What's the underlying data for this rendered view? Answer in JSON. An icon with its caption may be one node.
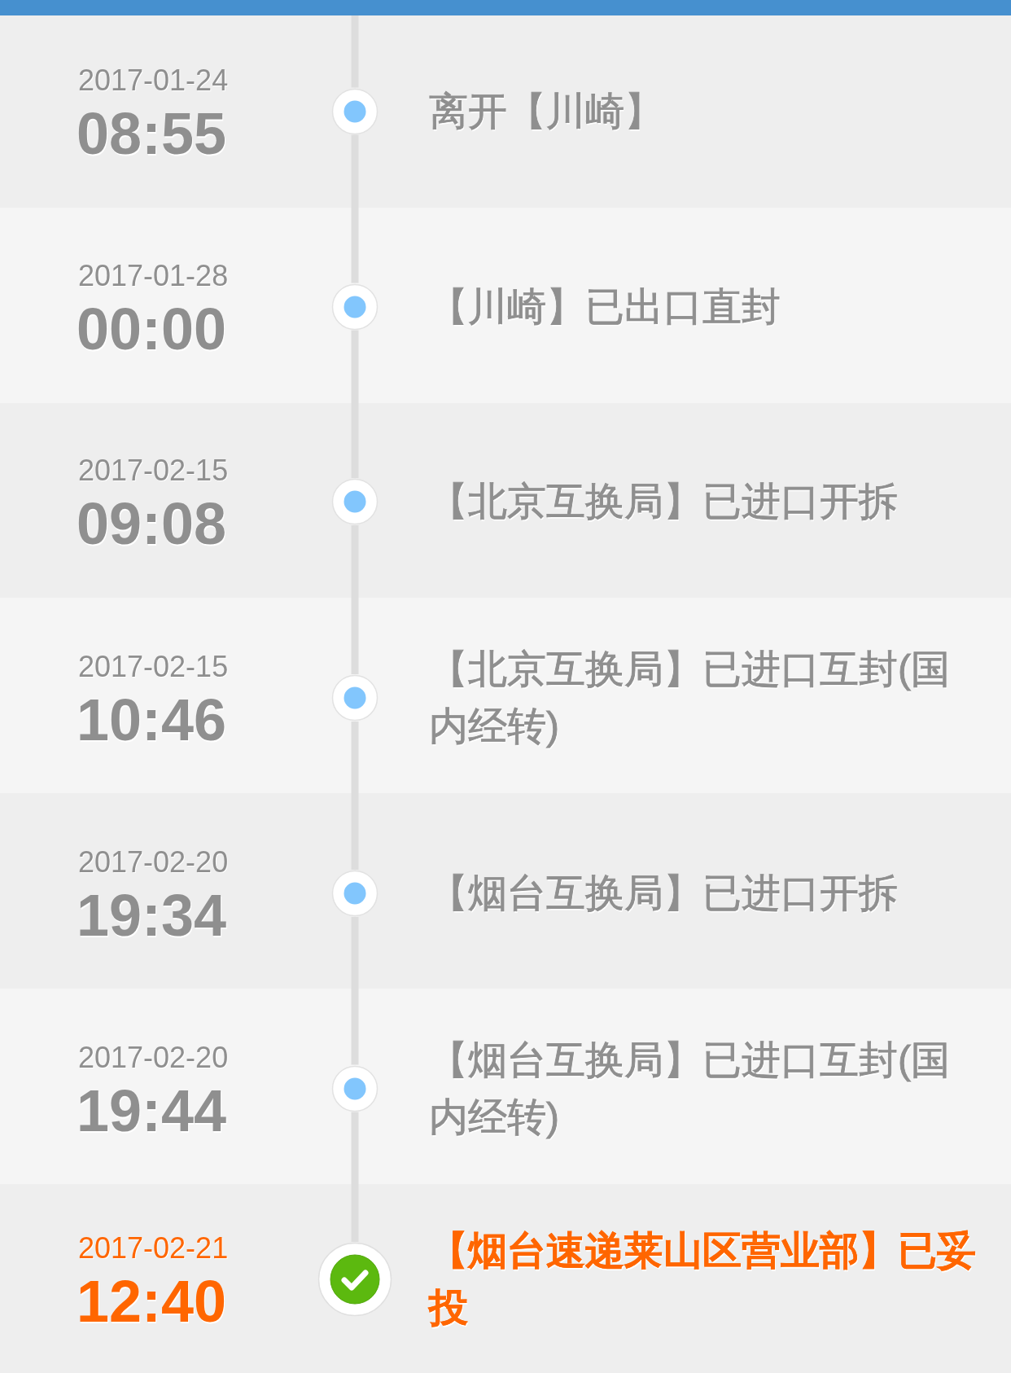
{
  "diagram": {
    "nodes": [
      {
        "text": [
          "2017-01-24",
          "08:55",
          "离开【川崎】"
        ]
      },
      {
        "text": [],
        "shape": "circle",
        "in": 0
      },
      {
        "text": [
          "2017-01-28",
          "00:00",
          "【川崎】已出口直封"
        ]
      },
      {
        "text": [],
        "shape": "circle",
        "in": 2
      },
      {
        "text": [
          "2017-02-15",
          "09:08",
          "【北京互换局】已进口开拆"
        ]
      },
      {
        "text": [],
        "shape": "circle",
        "in": 4
      },
      {
        "text": [
          "2017-02-15",
          "10:46",
          "【北京互换局】已进口互封(国内经转)"
        ]
      },
      {
        "text": [],
        "shape": "circle",
        "in": 6
      },
      {
        "text": [
          "2017-02-20",
          "19:34",
          "【烟台互换局】已进口开拆"
        ]
      },
      {
        "text": [],
        "shape": "circle",
        "in": 8
      },
      {
        "text": [
          "2017-02-20",
          "19:44",
          "【烟台互换局】已进口互封(国内经转)"
        ]
      },
      {
        "text": [],
        "shape": "circle",
        "in": 10
      },
      {
        "text": [
          "2017-02-21",
          "12:40",
          "【烟台速递莱山区营业部】已妥投"
        ]
      },
      {
        "text": [],
        "shape": "check",
        "in": 12
      }
    ],
    "edges": [
      {
        "from": null,
        "to": 1,
        "arrow": "none"
      },
      {
        "from": 1,
        "to": 3,
        "arrow": "none"
      },
      {
        "from": 3,
        "to": 5,
        "arrow": "none"
      },
      {
        "from": 5,
        "to": 7,
        "arrow": "none"
      },
      {
        "from": 7,
        "to": 9,
        "arrow": "none"
      },
      {
        "from": 9,
        "to": 11,
        "arrow": "none"
      },
      {
        "from": 11,
        "to": 13,
        "arrow": "none"
      }
    ]
  }
}
